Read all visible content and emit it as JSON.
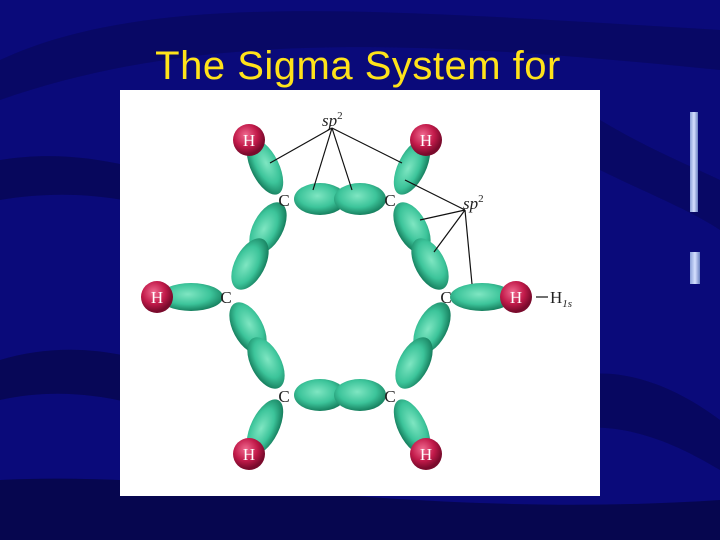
{
  "slide": {
    "title": "The Sigma System for"
  },
  "diagram": {
    "hybrid_label_top": "sp",
    "hybrid_sup_top": "2",
    "hybrid_label_right": "sp",
    "hybrid_sup_right": "2",
    "orbital_label": "H",
    "orbital_sub": "1s",
    "carbon_symbol": "C",
    "hydrogen_symbol": "H",
    "colors": {
      "background": "#0a0a7a",
      "title": "#ffe31a",
      "orbital_green": "#3cc49a",
      "hydrogen_red": "#c21a4a"
    }
  }
}
